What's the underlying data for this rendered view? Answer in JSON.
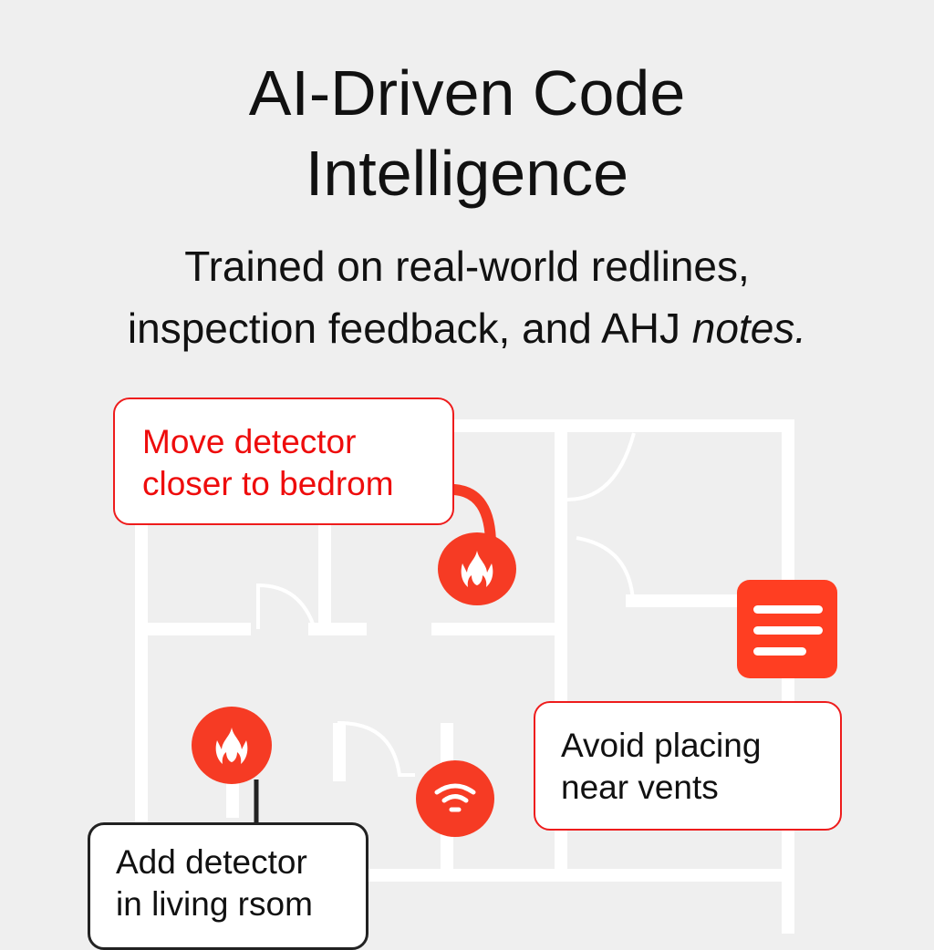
{
  "header": {
    "title_line1": "AI-Driven Code",
    "title_line2": "Intelligence",
    "subtitle_line1": "Trained on real-world redlines,",
    "subtitle_line2_prefix": "inspection feedback, and AHJ ",
    "subtitle_line2_italic": "notes."
  },
  "callouts": [
    {
      "id": "move-detector",
      "line1": "Move detector",
      "line2": "closer to bedrom",
      "style": "red"
    },
    {
      "id": "avoid-vents",
      "line1": "Avoid placing",
      "line2": "near vents",
      "style": "red-border"
    },
    {
      "id": "add-detector",
      "line1": "Add detector",
      "line2": "in living rsom",
      "style": "dark"
    }
  ],
  "markers": [
    {
      "icon": "flame-icon",
      "label": "smoke detector (bedroom)"
    },
    {
      "icon": "flame-icon",
      "label": "smoke detector (living room)"
    },
    {
      "icon": "wifi-icon",
      "label": "wireless sensor"
    },
    {
      "icon": "notes-icon",
      "label": "inspection notes"
    }
  ],
  "colors": {
    "accent_red": "#f63b24",
    "callout_red_text": "#ee0c0c",
    "background": "#efefef",
    "walls": "#ffffff"
  }
}
